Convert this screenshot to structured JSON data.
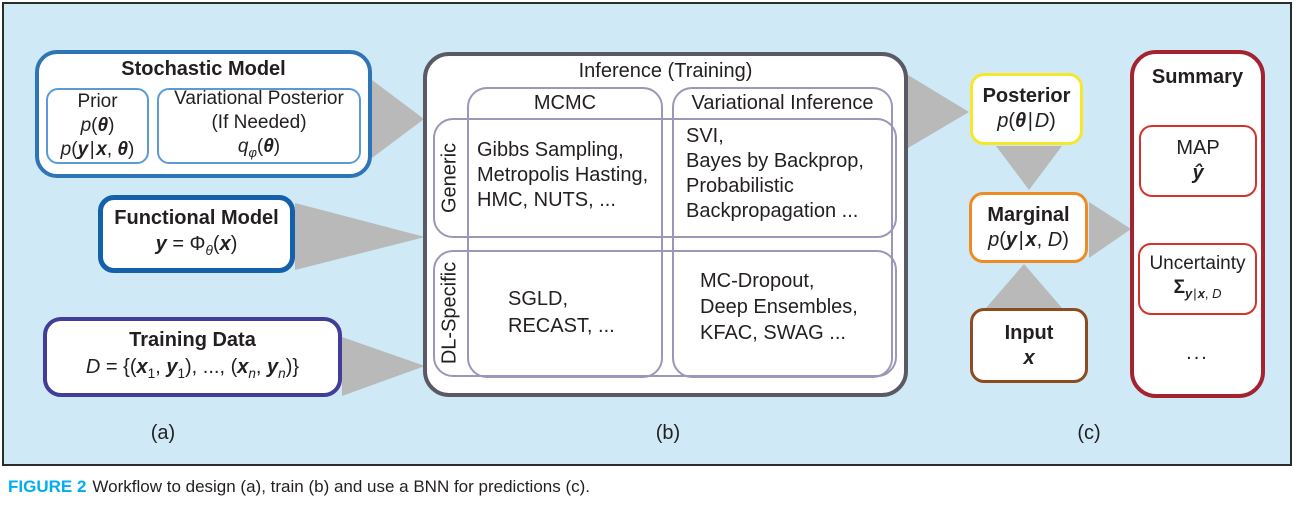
{
  "figure_panel": {
    "background": "#cfe9f6",
    "border_color": "#2c2c2c",
    "arrow_color": "#b9b9b9"
  },
  "caption": {
    "label": "FIGURE 2",
    "label_color": "#00aeef",
    "text": "Workflow to design (a), train (b) and use a BNN for predictions (c)."
  },
  "section_labels": {
    "a": "(a)",
    "b": "(b)",
    "c": "(c)"
  },
  "stochastic_model": {
    "title": "Stochastic Model",
    "border_color": "#2e75b6",
    "sub_border_color": "#5b9bd5",
    "prior": {
      "title": "Prior",
      "formula1_html": "<i>p</i>(<b><i>θ</i></b>)",
      "formula2_html": "<i>p</i>(<b><i>y</i></b>&#8202;|&#8202;<b><i>x</i></b>, <b><i>θ</i></b>)"
    },
    "variational_posterior": {
      "title": "Variational Posterior",
      "subtitle": "(If Needed)",
      "formula_html": "<i>q</i><sub><i>φ</i></sub>(<b><i>θ</i></b>)"
    }
  },
  "functional_model": {
    "title": "Functional Model",
    "border_color": "#1460ab",
    "formula_html": "<b><i>y</i></b> = Φ<sub><i>θ</i></sub>(<b><i>x</i></b>)"
  },
  "training_data": {
    "title": "Training Data",
    "border_color": "#413d99",
    "formula_html": "<i>D</i> = {(<b><i>x</i></b><sub>1</sub>, <b><i>y</i></b><sub>1</sub>), ..., (<b><i>x</i></b><sub><i>n</i></sub>, <b><i>y</i></b><sub><i>n</i></sub>)}"
  },
  "inference": {
    "title": "Inference (Training)",
    "border_color": "#5a5a64",
    "grid_border_color": "#9b97b8",
    "columns": {
      "mcmc": "MCMC",
      "vi": "Variational Inference"
    },
    "rows": {
      "generic": "Generic",
      "dl": "DL-Specific"
    },
    "cells": {
      "generic_mcmc": {
        "lines": [
          "Gibbs Sampling,",
          "Metropolis Hasting,",
          "HMC, NUTS, ..."
        ]
      },
      "generic_vi": {
        "lines": [
          "SVI,",
          "Bayes by Backprop,",
          "Probabilistic",
          "Backpropagation ..."
        ]
      },
      "dl_mcmc": {
        "lines": [
          "SGLD,",
          "RECAST, ..."
        ]
      },
      "dl_vi": {
        "lines": [
          "MC-Dropout,",
          "Deep Ensembles,",
          "KFAC, SWAG ..."
        ]
      }
    }
  },
  "posterior": {
    "title": "Posterior",
    "border_color": "#f5e829",
    "formula_html": "<i>p</i>(<b><i>θ</i></b>&#8202;|&#8202;<i>D</i>)"
  },
  "marginal": {
    "title": "Marginal",
    "border_color": "#ee8b23",
    "formula_html": "<i>p</i>(<b><i>y</i></b>&#8202;|&#8202;<b><i>x</i></b>, <i>D</i>)"
  },
  "input": {
    "title": "Input",
    "border_color": "#8c4c1e",
    "formula_html": "<b><i>x</i></b>"
  },
  "summary": {
    "title": "Summary",
    "border_color": "#a4232e",
    "sub_border_color": "#d4332b",
    "map": {
      "title": "MAP",
      "formula_html": "<b><i>ŷ</i></b>"
    },
    "uncertainty": {
      "title": "Uncertainty",
      "formula_html": "<b>Σ</b><sub><b><i>y</i></b>&#8202;|&#8202;<b><i>x</i></b>, <i>D</i></sub>"
    },
    "ellipsis": "..."
  }
}
